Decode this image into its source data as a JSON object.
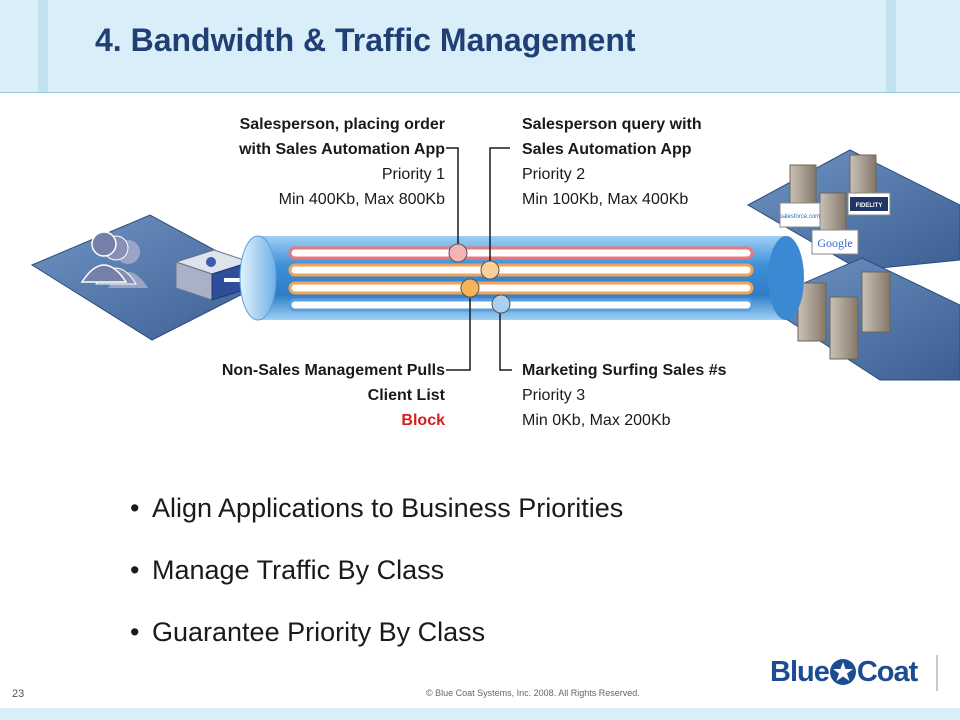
{
  "slide": {
    "title": "4. Bandwidth & Traffic Management",
    "page_number": "23",
    "copyright": "© Blue Coat Systems, Inc. 2008. All Rights Reserved.",
    "logo_left": "Blue",
    "logo_right": "Coat"
  },
  "callouts": {
    "top_left": {
      "line1": "Salesperson, placing order",
      "line2": "with Sales Automation App",
      "line3": "Priority 1",
      "line4": "Min 400Kb, Max 800Kb"
    },
    "top_right": {
      "line1": "Salesperson query with",
      "line2": "Sales Automation App",
      "line3": "Priority 2",
      "line4": "Min 100Kb, Max 400Kb"
    },
    "bottom_left": {
      "line1": "Non-Sales Management Pulls",
      "line2": "Client List",
      "line3": "Block"
    },
    "bottom_right": {
      "line1": "Marketing Surfing Sales #s",
      "line2": "Priority 3",
      "line3": "Min 0Kb, Max 200Kb"
    }
  },
  "server_labels": {
    "google": "Google",
    "fidelity": "FIDELITY",
    "salesforce": "salesforce.com"
  },
  "bullets": [
    "Align Applications to Business Priorities",
    "Manage Traffic By Class",
    "Guarantee Priority By Class"
  ],
  "colors": {
    "title": "#1f3f75",
    "block_text": "#d81e1e",
    "lane_red": "#e8787c",
    "lane_orange": "#f2a35a",
    "lane_blue": "#5b9fe0",
    "pipe": "#3f8fd6"
  }
}
